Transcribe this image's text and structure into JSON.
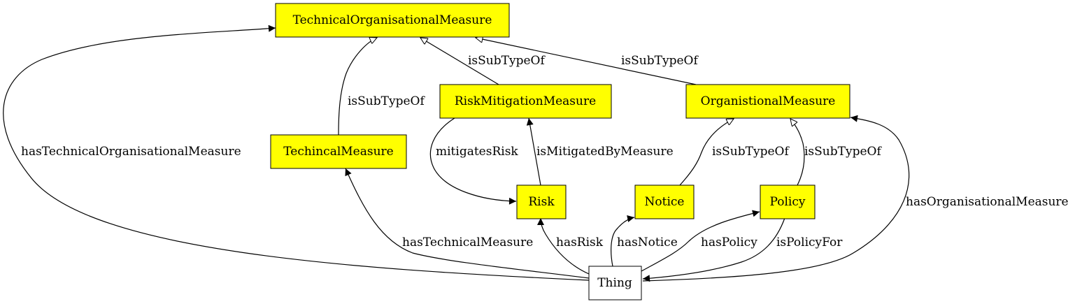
{
  "colors": {
    "class_fill": "#ffff00",
    "thing_fill": "#ffffff",
    "stroke": "#000000"
  },
  "nodes": {
    "technical_organisational_measure": "TechnicalOrganisationalMeasure",
    "risk_mitigation_measure": "RiskMitigationMeasure",
    "organistional_measure": "OrganistionalMeasure",
    "techincal_measure": "TechincalMeasure",
    "risk": "Risk",
    "notice": "Notice",
    "policy": "Policy",
    "thing": "Thing"
  },
  "edges": {
    "techincal_subtype": "isSubTypeOf",
    "riskmitigation_subtype": "isSubTypeOf",
    "organistional_subtype": "isSubTypeOf",
    "notice_subtype": "isSubTypeOf",
    "policy_subtype": "isSubTypeOf",
    "mitigates_risk": "mitigatesRisk",
    "is_mitigated_by": "isMitigatedByMeasure",
    "has_tom": "hasTechnicalOrganisationalMeasure",
    "has_technical": "hasTechnicalMeasure",
    "has_risk": "hasRisk",
    "has_notice": "hasNotice",
    "has_policy": "hasPolicy",
    "is_policy_for": "isPolicyFor",
    "has_organisational": "hasOrganisationalMeasure"
  }
}
